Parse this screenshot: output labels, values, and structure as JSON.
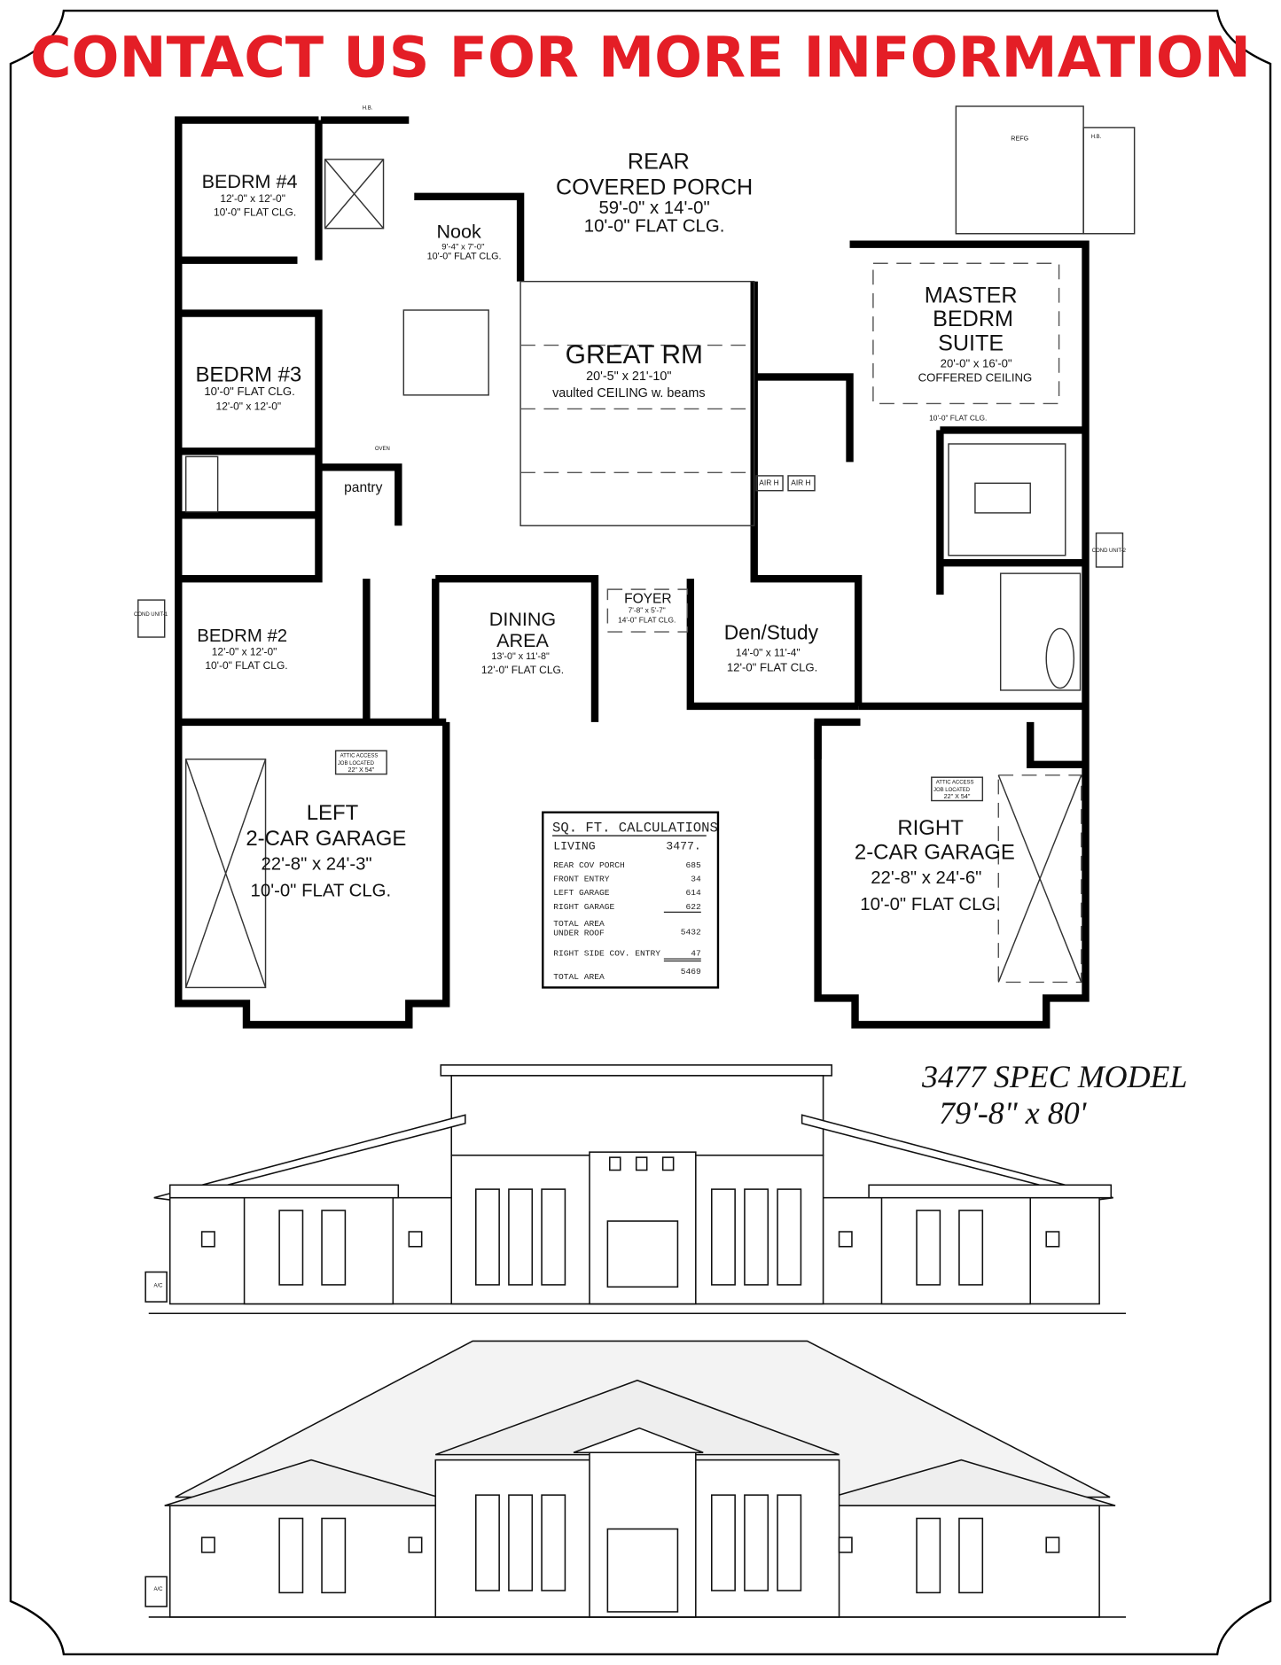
{
  "banner": {
    "title": "CONTACT US FOR MORE INFORMATION",
    "color": "#e41e26"
  },
  "rooms": {
    "bedrm4": {
      "name": "BEDRM #4",
      "size": "12'-0\" x 12'-0\"",
      "ceiling": "10'-0\" FLAT CLG."
    },
    "nook": {
      "name": "Nook",
      "size": "9'-4\" x 7'-0\"",
      "ceiling": "10'-0\" FLAT CLG."
    },
    "porch": {
      "name1": "REAR",
      "name2": "COVERED PORCH",
      "size": "59'-0\" x 14'-0\"",
      "ceiling": "10'-0\" FLAT CLG."
    },
    "master": {
      "name1": "MASTER",
      "name2": "BEDRM",
      "name3": "SUITE",
      "size": "20'-0\" x 16'-0\"",
      "ceiling": "COFFERED CEILING",
      "alt_ceiling": "10'-0\" FLAT CLG."
    },
    "bedrm3": {
      "name": "BEDRM #3",
      "ceiling": "10'-0\" FLAT CLG.",
      "size": "12'-0\" x 12'-0\""
    },
    "great": {
      "name": "GREAT RM",
      "size": "20'-5\" x 21'-10\"",
      "ceiling": "vaulted  CEILING  w. beams"
    },
    "pantry": {
      "name": "pantry"
    },
    "bedrm2": {
      "name": "BEDRM #2",
      "size": "12'-0\" x 12'-0\"",
      "ceiling": "10'-0\" FLAT CLG."
    },
    "dining": {
      "name1": "DINING",
      "name2": "AREA",
      "size": "13'-0\" x 11'-8\"",
      "ceiling": "12'-0\" FLAT CLG."
    },
    "foyer": {
      "name": "FOYER",
      "size": "7'-8\" x 5'-7\"",
      "ceiling": "14'-0\" FLAT CLG."
    },
    "den": {
      "name": "Den/Study",
      "size": "14'-0\" x 11'-4\"",
      "ceiling": "12'-0\" FLAT CLG."
    },
    "left_garage": {
      "name1": "LEFT",
      "name2": "2-CAR GARAGE",
      "size": "22'-8\" x 24'-3\"",
      "ceiling": "10'-0\" FLAT CLG."
    },
    "right_garage": {
      "name1": "RIGHT",
      "name2": "2-CAR GARAGE",
      "size": "22'-8\" x 24'-6\"",
      "ceiling": "10'-0\" FLAT CLG."
    }
  },
  "fixtures": {
    "attic_access": "ATTIC ACCESS",
    "job_located": "JOB LOCATED",
    "attic_size": "22\" X 54\"",
    "air_handler": "AIR H",
    "cond_unit_1": "COND UNIT-1",
    "cond_unit_2": "COND UNIT-2",
    "oven": "OVEN",
    "refg": "REFG",
    "hb": "H.B.",
    "ac": "A/C"
  },
  "sqft": {
    "title": "SQ. FT. CALCULATIONS",
    "rows": [
      {
        "label": "LIVING",
        "value": "3477."
      },
      {
        "label": "REAR COV PORCH",
        "value": "685"
      },
      {
        "label": "FRONT ENTRY",
        "value": "34"
      },
      {
        "label": "LEFT GARAGE",
        "value": "614"
      },
      {
        "label": "RIGHT GARAGE",
        "value": "622"
      },
      {
        "label": "TOTAL AREA",
        "label2": "UNDER ROOF",
        "value": "5432"
      },
      {
        "label": "RIGHT SIDE COV. ENTRY",
        "value": "47"
      },
      {
        "label": "TOTAL AREA",
        "value": "5469"
      }
    ]
  },
  "model": {
    "name": "3477  SPEC MODEL",
    "dimensions": "79'-8\" x 80'"
  }
}
